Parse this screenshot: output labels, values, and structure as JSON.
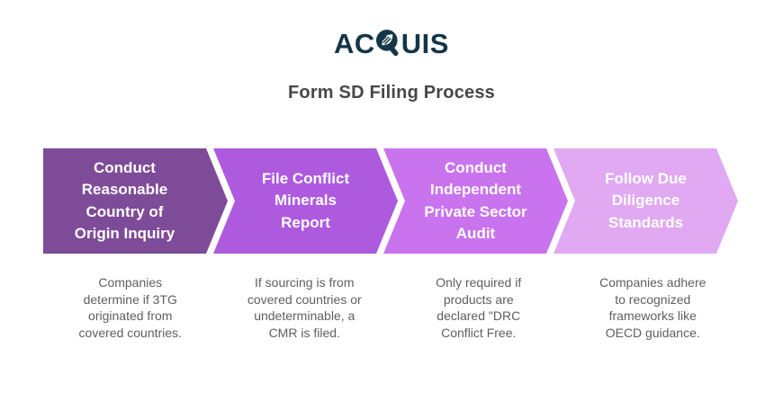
{
  "logo": {
    "text_before_q": "AC",
    "text_after_q": "UIS",
    "full_name": "ACQUIS",
    "color": "#143647",
    "q_leaf_icon": "leaf-in-q-icon"
  },
  "title": "Form SD Filing Process",
  "colors": {
    "title_text": "#474747",
    "step_label_text": "#ffffff",
    "description_text": "#5f5f5f",
    "background": "#ffffff"
  },
  "process": {
    "steps": [
      {
        "label": "Conduct\nReasonable\nCountry of\nOrigin Inquiry",
        "description": "Companies\ndetermine if 3TG\noriginated from\ncovered countries.",
        "color": "#7e4b98"
      },
      {
        "label": "File Conflict\nMinerals\nReport",
        "description": "If sourcing is from\ncovered countries or\nundeterminable, a\nCMR is filed.",
        "color": "#ad5ade"
      },
      {
        "label": "Conduct\nIndependent\nPrivate Sector\nAudit",
        "description": "Only required if\nproducts are\ndeclared \"DRC\nConflict Free.",
        "color": "#c973ee"
      },
      {
        "label": "Follow Due\nDiligence\nStandards",
        "description": "Companies adhere\nto recognized\nframeworks like\nOECD guidance.",
        "color": "#e0a9f2"
      }
    ]
  }
}
